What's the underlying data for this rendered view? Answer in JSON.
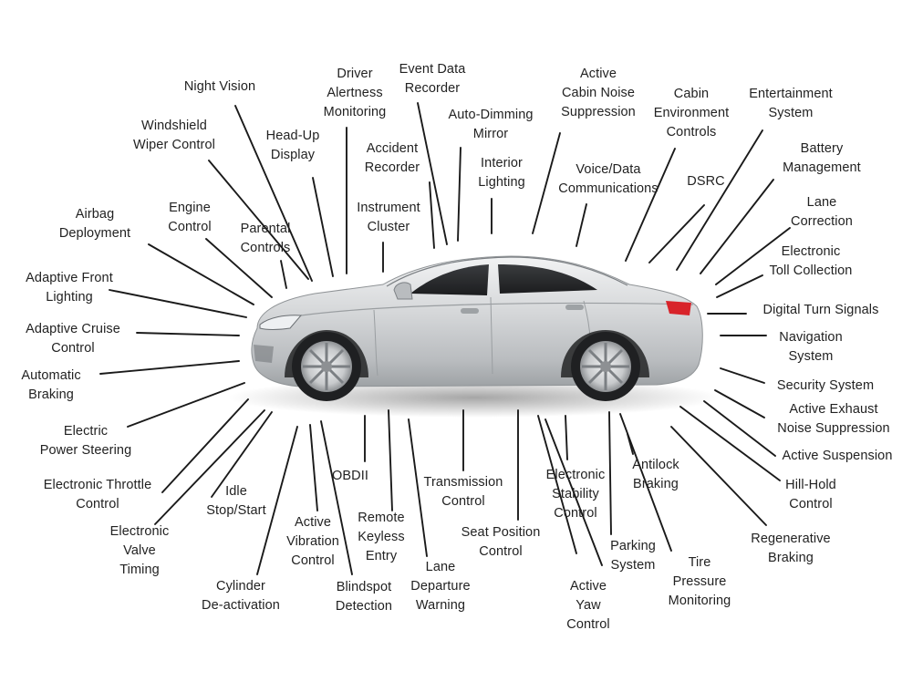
{
  "labels": {
    "night_vision": [
      "Night Vision"
    ],
    "driver_alertness": [
      "Driver",
      "Alertness",
      "Monitoring"
    ],
    "event_data_recorder": [
      "Event Data",
      "Recorder"
    ],
    "active_cabin_noise": [
      "Active",
      "Cabin Noise",
      "Suppression"
    ],
    "cabin_environment": [
      "Cabin",
      "Environment",
      "Controls"
    ],
    "entertainment": [
      "Entertainment",
      "System"
    ],
    "windshield_wiper": [
      "Windshield",
      "Wiper Control"
    ],
    "head_up_display": [
      "Head-Up",
      "Display"
    ],
    "accident_recorder": [
      "Accident",
      "Recorder"
    ],
    "auto_dimming_mirror": [
      "Auto-Dimming",
      "Mirror"
    ],
    "interior_lighting": [
      "Interior",
      "Lighting"
    ],
    "voice_data": [
      "Voice/Data",
      "Communications"
    ],
    "dsrc": [
      "DSRC"
    ],
    "battery_management": [
      "Battery",
      "Management"
    ],
    "airbag": [
      "Airbag",
      "Deployment"
    ],
    "engine_control": [
      "Engine",
      "Control"
    ],
    "parental_controls": [
      "Parental",
      "Controls"
    ],
    "instrument_cluster": [
      "Instrument",
      "Cluster"
    ],
    "lane_correction": [
      "Lane",
      "Correction"
    ],
    "electronic_toll": [
      "Electronic",
      "Toll Collection"
    ],
    "adaptive_front_lighting": [
      "Adaptive Front",
      "Lighting"
    ],
    "digital_turn_signals": [
      "Digital Turn Signals"
    ],
    "adaptive_cruise": [
      "Adaptive Cruise",
      "Control"
    ],
    "navigation": [
      "Navigation",
      "System"
    ],
    "automatic_braking": [
      "Automatic",
      "Braking"
    ],
    "security_system": [
      "Security System"
    ],
    "active_exhaust": [
      "Active Exhaust",
      "Noise Suppression"
    ],
    "electric_power_steering": [
      "Electric",
      "Power Steering"
    ],
    "active_suspension": [
      "Active Suspension"
    ],
    "obdii": [
      "OBDII"
    ],
    "transmission_control": [
      "Transmission",
      "Control"
    ],
    "electronic_stability": [
      "Electronic",
      "Stability",
      "Control"
    ],
    "antilock_braking": [
      "Antilock",
      "Braking"
    ],
    "hill_hold": [
      "Hill-Hold",
      "Control"
    ],
    "electronic_throttle": [
      "Electronic Throttle",
      "Control"
    ],
    "idle_stop_start": [
      "Idle",
      "Stop/Start"
    ],
    "active_vibration": [
      "Active",
      "Vibration",
      "Control"
    ],
    "remote_keyless": [
      "Remote",
      "Keyless",
      "Entry"
    ],
    "seat_position": [
      "Seat Position",
      "Control"
    ],
    "parking_system": [
      "Parking",
      "System"
    ],
    "tire_pressure": [
      "Tire",
      "Pressure",
      "Monitoring"
    ],
    "regenerative_braking": [
      "Regenerative",
      "Braking"
    ],
    "electronic_valve": [
      "Electronic",
      "Valve",
      "Timing"
    ],
    "lane_departure": [
      "Lane",
      "Departure",
      "Warning"
    ],
    "active_yaw": [
      "Active",
      "Yaw",
      "Control"
    ],
    "cylinder_deactivation": [
      "Cylinder",
      "De-activation"
    ],
    "blindspot_detection": [
      "Blindspot",
      "Detection"
    ]
  },
  "colors": {
    "text": "#222222",
    "leader": "#1a1a1a",
    "car_body": "#c9cbcd",
    "taillight": "#d8232a"
  }
}
